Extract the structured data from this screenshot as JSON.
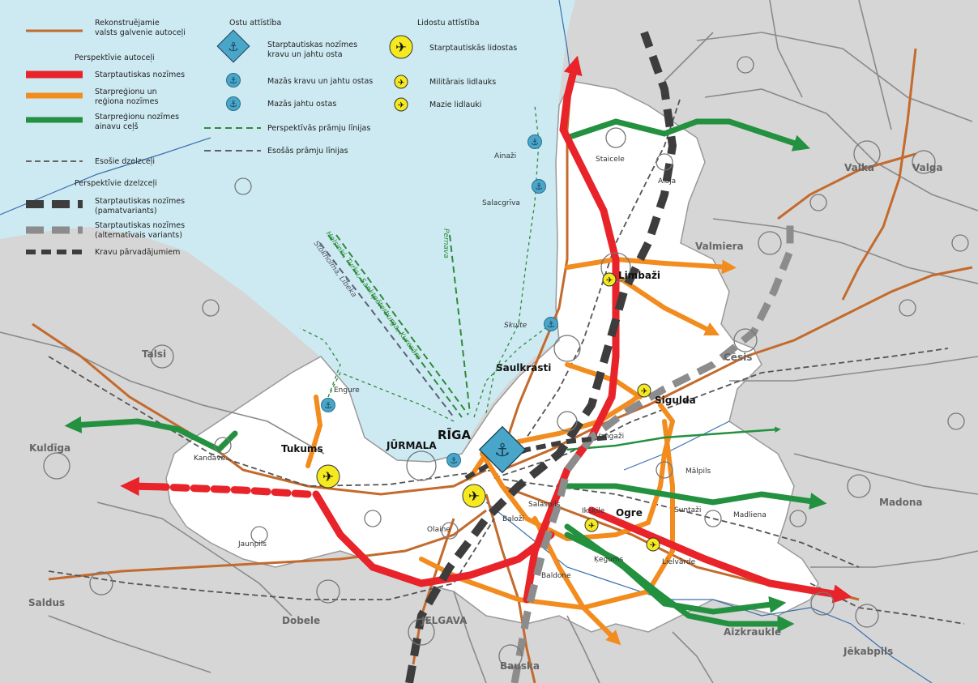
{
  "legend": {
    "roads_reconstructed": "Rekonstruējamie valsts galvenie autoceļi",
    "roads_header": "Perspektīvie autoceļi",
    "road_international": "Starptautiskas nozīmes",
    "road_interregional": "Starpreģionu un reģiona nozīmes",
    "road_landscape": "Starpreģionu nozīmes ainavu ceļš",
    "rail_existing": "Esošie dzelzceļi",
    "rail_header": "Perspektīvie dzelzceļi",
    "rail_main": "Starptautiskas nozīmes (pamatvariants)",
    "rail_alt": "Starptautiskas nozīmes (alternatīvais variants)",
    "rail_freight": "Kravu pārvadājumiem",
    "ports_header": "Ostu attīstība",
    "port_international": "Starptautiskas nozīmes kravu un jahtu osta",
    "port_small_cargo": "Mazās kravu un jahtu ostas",
    "port_small_yacht": "Mazās jahtu ostas",
    "ferry_planned": "Perspektīvās prāmju līnijas",
    "ferry_existing": "Esošās prāmju līnijas",
    "airports_header": "Lidostu attīstība",
    "airport_international": "Starptautiskās lidostas",
    "airport_military": "Militārais lidlauks",
    "airport_small": "Mazie lidlauki"
  },
  "ferry_labels": {
    "helsinki": "Helsinki, Turku, Sanktpēterburga, Kuresāre",
    "stockholm": "Stokholma, Lībeka",
    "parnava": "Pērnava"
  },
  "places": {
    "riga": "RĪGA",
    "jurmala": "JŪRMALA",
    "tukums": "Tukums",
    "saulkrasti": "Saulkrasti",
    "limbazi": "Limbaži",
    "sigulda": "Sigulda",
    "ogre": "Ogre",
    "talsi": "Talsi",
    "kuldiga": "Kuldīga",
    "saldus": "Saldus",
    "dobele": "Dobele",
    "jelgava": "JELGAVA",
    "bauska": "Bauska",
    "aizkraukle": "Aizkraukle",
    "jekabpils": "Jēkabpils",
    "madona": "Madona",
    "cesis": "Cēsis",
    "valmiera": "Valmiera",
    "valka": "Valka",
    "valga": "Valga",
    "kandava": "Kandava",
    "jaunpils": "Jaunpils",
    "engure": "Engure",
    "olaine": "Olaine",
    "baloži": "Baloži",
    "salaspils": "Salaspils",
    "ikskile": "Ikšķile",
    "kegums": "Ķegums",
    "lielvarde": "Lielvārde",
    "baldone": "Baldone",
    "vangazi": "Vangaži",
    "malpils": "Mālpils",
    "suntazi": "Suntaži",
    "madliena": "Madliena",
    "skulte": "Skulte",
    "salacgriva": "Salacgrīva",
    "ainazi": "Ainaži",
    "staicele": "Staicele",
    "aloja": "Aloja"
  },
  "colors": {
    "sea": "#cdeaf2",
    "land": "#ffffff",
    "outside": "#d3d3d3",
    "road_reconstructed": "#c46a2c",
    "road_international": "#e8232a",
    "road_interregional": "#f28c1e",
    "road_landscape": "#23913f",
    "rail_main": "#3d3d3d",
    "rail_alt": "#8c8c8c",
    "port": "#4aa6c9",
    "airport": "#f5ea20"
  }
}
